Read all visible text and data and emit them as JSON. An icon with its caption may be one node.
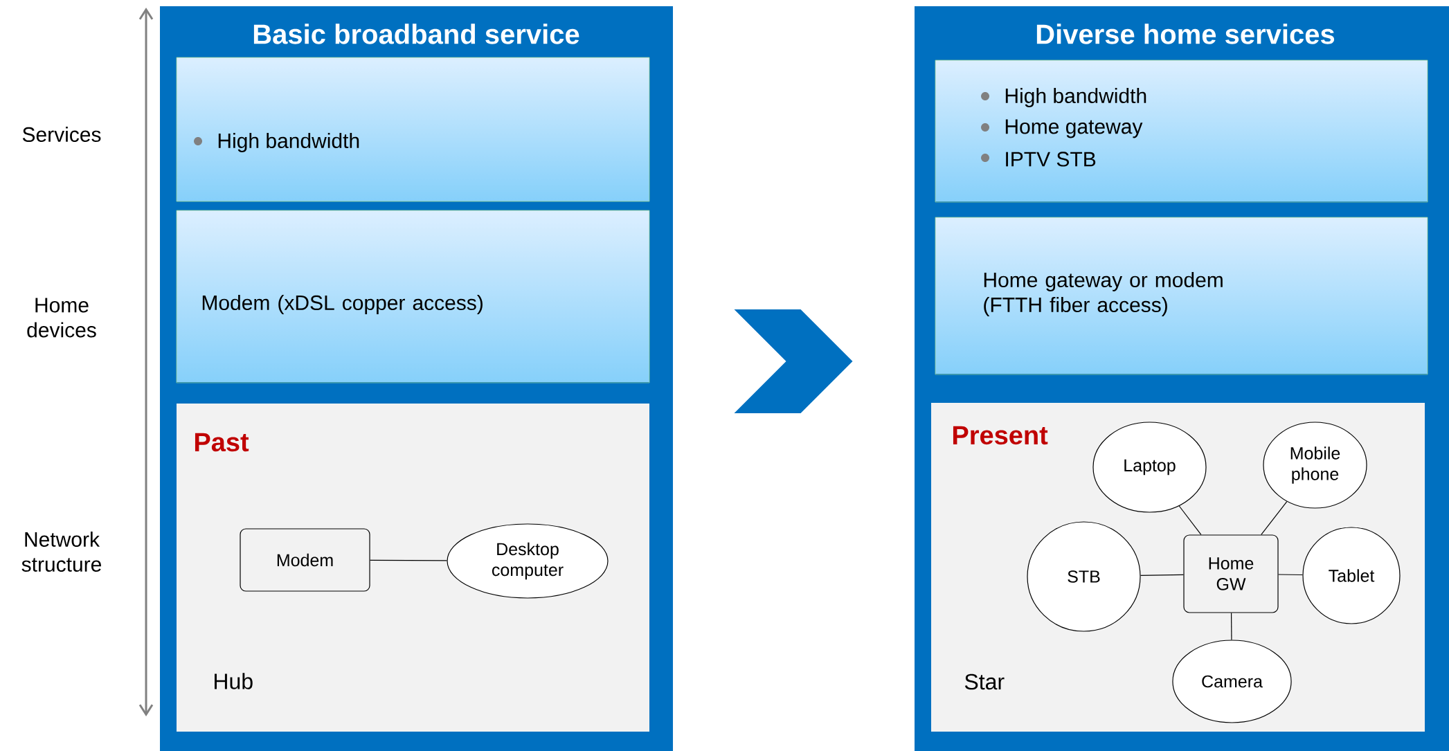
{
  "diagram": {
    "nodes": [
      {
        "text": [
          "Basic broadband service"
        ]
      },
      {
        "text": [
          "High bandwidth"
        ],
        "in": 0
      },
      {
        "text": [
          "Modem (xDSL copper access)"
        ],
        "in": 0
      },
      {
        "text": [
          "Past",
          "Hub"
        ],
        "in": 0
      },
      {
        "text": [
          "Modem"
        ],
        "in": 3
      },
      {
        "text": [
          "Desktop computer"
        ],
        "in": 3
      },
      {
        "text": [
          "Diverse home services"
        ]
      },
      {
        "text": [
          "High bandwidth",
          "Home gateway",
          "IPTV STB"
        ],
        "in": 6
      },
      {
        "text": [
          "Home gateway or modem (FTTH fiber access)"
        ],
        "in": 6
      },
      {
        "text": [
          "Present",
          "Star"
        ],
        "in": 6
      },
      {
        "text": [
          "Laptop"
        ],
        "in": 9
      },
      {
        "text": [
          "Mobile phone"
        ],
        "in": 9
      },
      {
        "text": [
          "STB"
        ],
        "in": 9
      },
      {
        "text": [
          "Home GW"
        ],
        "in": 9
      },
      {
        "text": [
          "Tablet"
        ],
        "in": 9
      },
      {
        "text": [
          "Camera"
        ],
        "in": 9
      }
    ],
    "edges": [
      {
        "from": 0,
        "to": 6,
        "arrow": "to"
      },
      {
        "from": 4,
        "to": 5,
        "arrow": "none"
      },
      {
        "from": 13,
        "to": 10,
        "arrow": "none"
      },
      {
        "from": 13,
        "to": 11,
        "arrow": "none"
      },
      {
        "from": 13,
        "to": 12,
        "arrow": "none"
      },
      {
        "from": 13,
        "to": 14,
        "arrow": "none"
      },
      {
        "from": 13,
        "to": 15,
        "arrow": "none"
      }
    ],
    "labels": [
      "Services",
      "Home devices",
      "Network structure"
    ]
  }
}
